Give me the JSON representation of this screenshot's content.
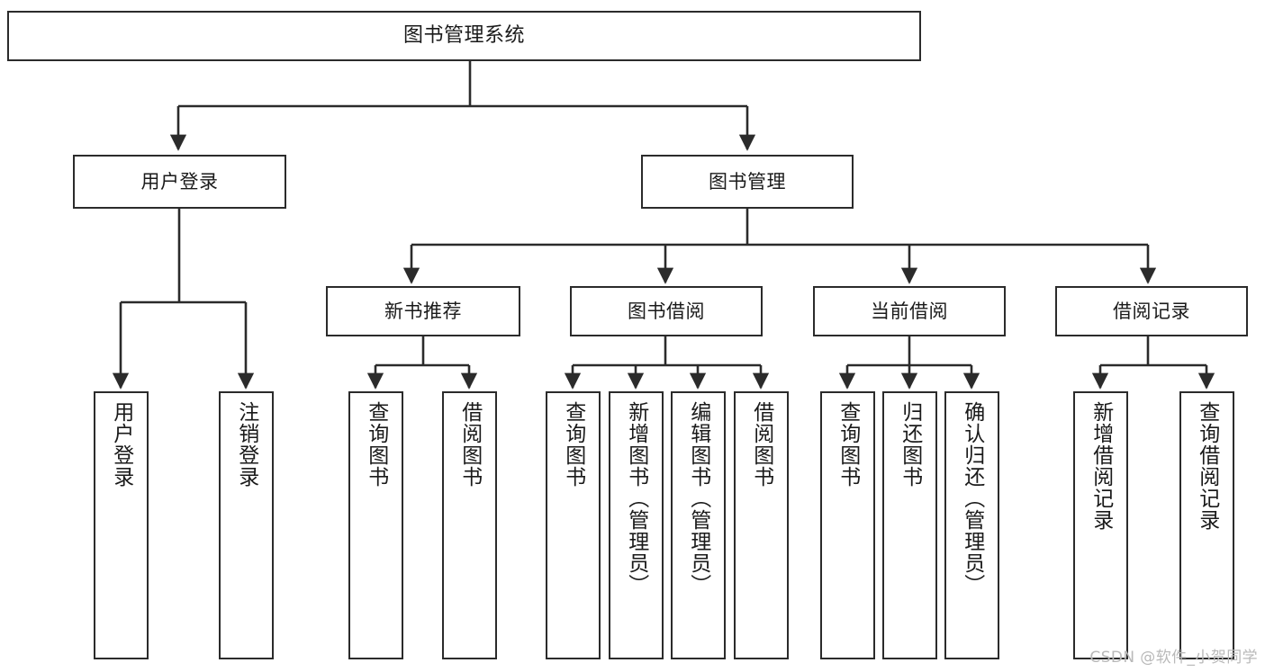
{
  "diagram": {
    "type": "tree-hierarchy-diagram",
    "title": "图书管理系统",
    "watermark": "CSDN @软件_小贺同学",
    "colors": {
      "box_border": "#2b2b2b",
      "box_fill": "#ffffff",
      "edge": "#2b2b2b",
      "text": "#1a1a1a",
      "watermark": "#b9b9b9",
      "background": "#ffffff"
    },
    "nodes": {
      "root": {
        "label": "图书管理系统",
        "level": 0
      },
      "level1": [
        {
          "label": "用户登录"
        },
        {
          "label": "图书管理"
        }
      ],
      "level2": [
        {
          "label": "新书推荐"
        },
        {
          "label": "图书借阅"
        },
        {
          "label": "当前借阅"
        },
        {
          "label": "借阅记录"
        }
      ],
      "leaves": {
        "user_login": [
          {
            "label": "用户登录"
          },
          {
            "label": "注销登录"
          }
        ],
        "new_book_recommend": [
          {
            "label": "查询图书"
          },
          {
            "label": "借阅图书"
          }
        ],
        "book_borrow": [
          {
            "label": "查询图书"
          },
          {
            "label": "新增图书（管理员）"
          },
          {
            "label": "编辑图书（管理员）"
          },
          {
            "label": "借阅图书"
          }
        ],
        "current_borrow": [
          {
            "label": "查询图书"
          },
          {
            "label": "归还图书"
          },
          {
            "label": "确认归还（管理员）"
          }
        ],
        "borrow_record": [
          {
            "label": "新增借阅记录"
          },
          {
            "label": "查询借阅记录"
          }
        ]
      }
    }
  }
}
